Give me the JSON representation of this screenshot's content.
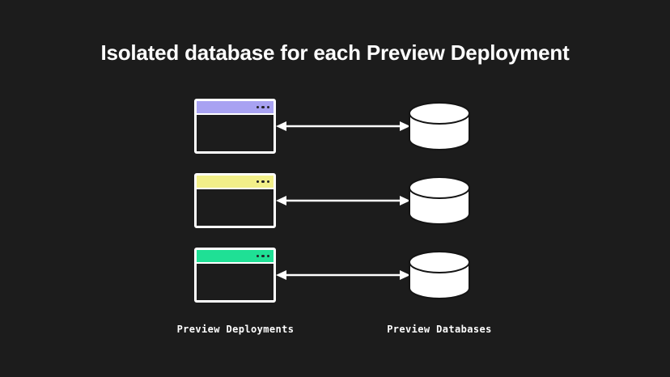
{
  "slide": {
    "title": "Isolated database for each Preview Deployment",
    "background_color": "#1c1c1c",
    "text_color": "#ffffff"
  },
  "diagram": {
    "type": "relationship-mapping",
    "left_caption": "Preview Deployments",
    "right_caption": "Preview Databases",
    "connector": {
      "icon": "double-headed-arrow",
      "color": "#ffffff",
      "direction": "bidirectional"
    },
    "pairs": [
      {
        "index": 1,
        "deployment": {
          "icon": "browser-window-icon",
          "title_bar_color": "#a8a2f2",
          "window_dots": 3,
          "dot_color": "#222126",
          "border_color": "#ffffff"
        },
        "database": {
          "icon": "database-cylinder-icon",
          "fill_color": "#ffffff",
          "outline_color": "#141414"
        }
      },
      {
        "index": 2,
        "deployment": {
          "icon": "browser-window-icon",
          "title_bar_color": "#f2ef89",
          "window_dots": 3,
          "dot_color": "#222126",
          "border_color": "#ffffff"
        },
        "database": {
          "icon": "database-cylinder-icon",
          "fill_color": "#ffffff",
          "outline_color": "#141414"
        }
      },
      {
        "index": 3,
        "deployment": {
          "icon": "browser-window-icon",
          "title_bar_color": "#1fe095",
          "window_dots": 3,
          "dot_color": "#222126",
          "border_color": "#ffffff"
        },
        "database": {
          "icon": "database-cylinder-icon",
          "fill_color": "#ffffff",
          "outline_color": "#141414"
        }
      }
    ]
  }
}
